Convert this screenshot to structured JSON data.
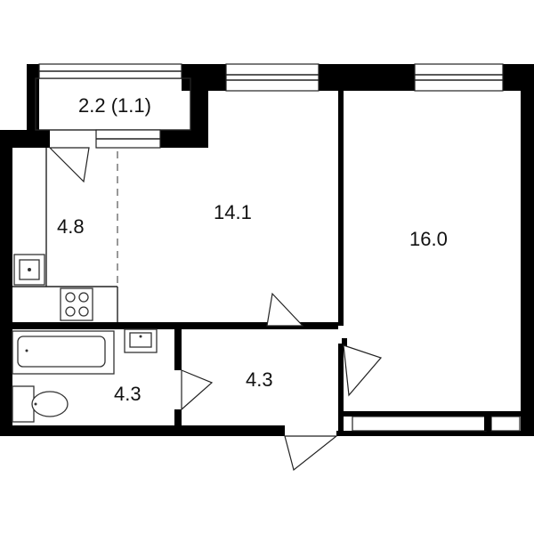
{
  "rooms": {
    "balcony": {
      "label": "2.2 (1.1)"
    },
    "kitchen": {
      "label": "4.8"
    },
    "living": {
      "label": "14.1"
    },
    "bedroom": {
      "label": "16.0"
    },
    "bathroom": {
      "label": "4.3"
    },
    "hall": {
      "label": "4.3"
    }
  },
  "colors": {
    "wall": "#000000",
    "line": "#222222",
    "background": "#ffffff"
  }
}
